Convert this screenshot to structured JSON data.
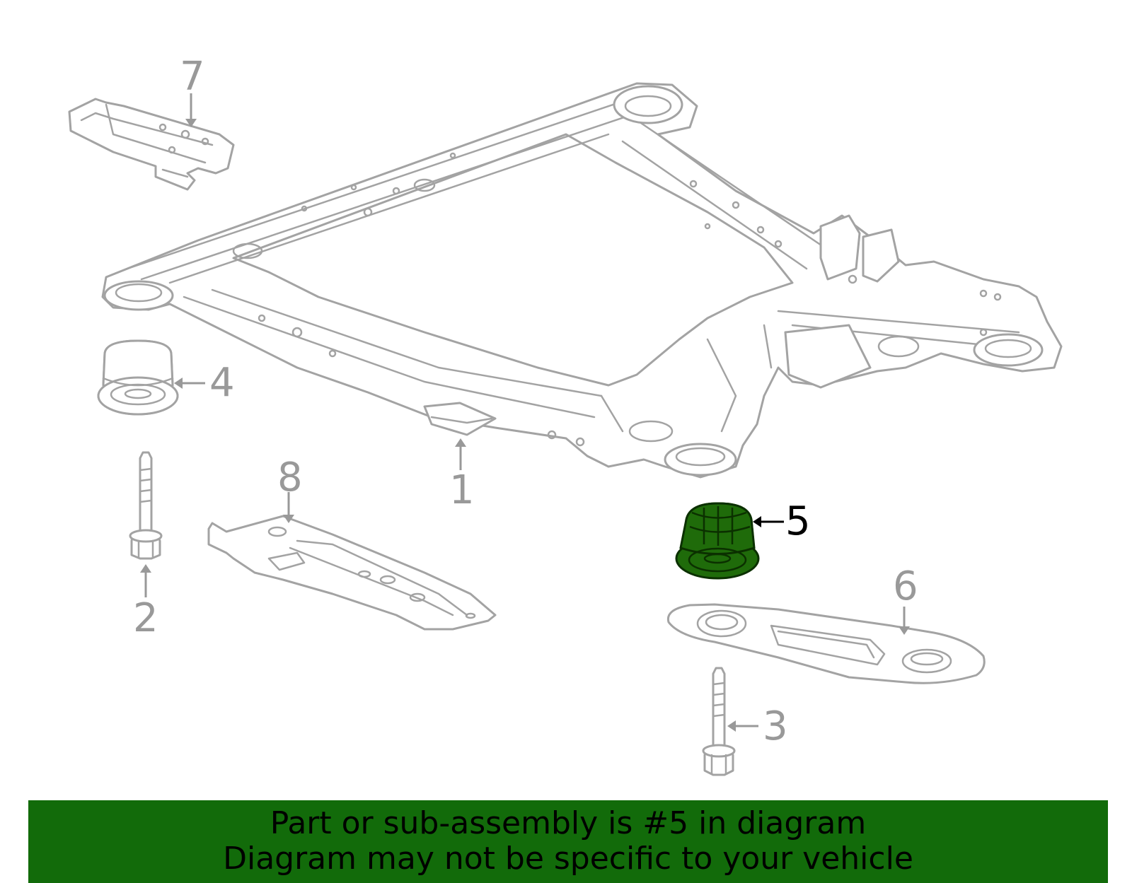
{
  "diagram": {
    "callouts": {
      "p1": "1",
      "p2": "2",
      "p3": "3",
      "p4": "4",
      "p5": "5",
      "p6": "6",
      "p7": "7",
      "p8": "8"
    },
    "highlighted_part": "5",
    "colors": {
      "line_art": "#a3a3a3",
      "highlight_fill": "#1f6b0a",
      "banner_background": "#126b0a"
    }
  },
  "banner": {
    "line1": "Part or sub-assembly is #5 in diagram",
    "line2": "Diagram may not be specific to your vehicle"
  }
}
